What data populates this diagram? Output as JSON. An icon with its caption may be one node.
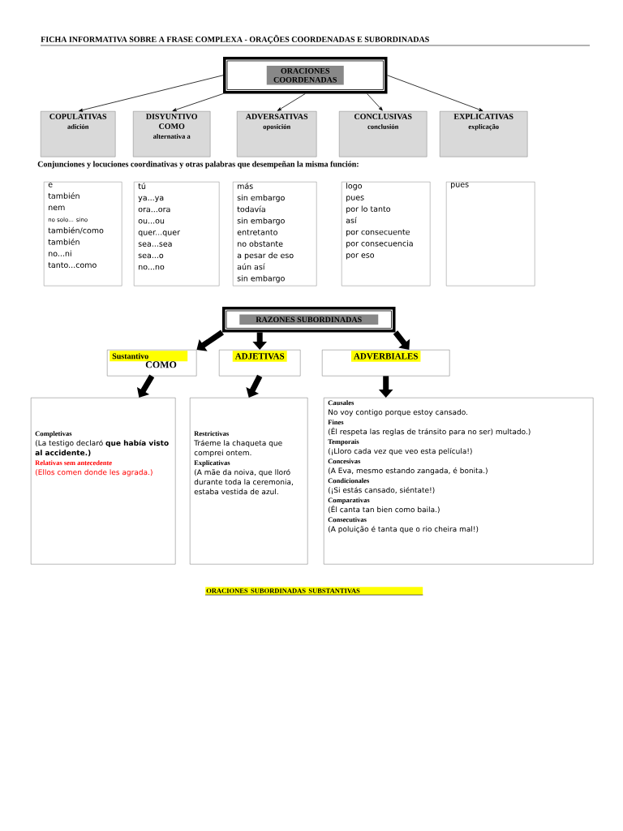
{
  "diagram": {
    "title": "FICHA INFORMATIVA SOBRE A FRASE COMPLEXA - ORAÇÕES COORDENADAS E SUBORDINADAS",
    "nodes": [
      {
        "text": [
          "ORACIONES COORDENADAS"
        ]
      },
      {
        "text": [
          "COPULATIVAS",
          "adición"
        ]
      },
      {
        "text": [
          "DISYUNTIVO COMO",
          "alternativa a"
        ]
      },
      {
        "text": [
          "ADVERSATIVAS",
          "oposición"
        ]
      },
      {
        "text": [
          "CONCLUSIVAS",
          "conclusión"
        ]
      },
      {
        "text": [
          "EXPLICATIVAS",
          "explicação"
        ]
      },
      {
        "text": [
          "e",
          "también",
          "nem",
          "no solo... sino",
          "también/como también",
          "no...ni",
          "tanto...como"
        ]
      },
      {
        "text": [
          "tú",
          "ya...ya",
          "ora...ora",
          "ou...ou",
          "quer...quer",
          "sea...sea",
          "sea...o",
          "no...no"
        ]
      },
      {
        "text": [
          "más",
          "sin embargo",
          "todavía",
          "sin embargo",
          "entretanto",
          "no obstante",
          "a pesar de eso",
          "aún así",
          "sin embargo"
        ]
      },
      {
        "text": [
          "logo",
          "pues",
          "por lo tanto",
          "así",
          "por consecuente",
          "por consecuencia",
          "por eso"
        ]
      },
      {
        "text": [
          "pues"
        ]
      },
      {
        "text": [
          "RAZONES SUBORDINADAS"
        ]
      },
      {
        "text": [
          "Sustantivo",
          "COMO"
        ]
      },
      {
        "text": [
          "ADJETIVAS"
        ]
      },
      {
        "text": [
          "ADVERBIALES"
        ]
      },
      {
        "text": [
          "Completivas",
          "(La testigo declaró **que había visto al accidente.)**",
          "Relativas sem antecedente",
          "(Ellos comen donde les agrada.)"
        ]
      },
      {
        "text": [
          "Restrictivas",
          "Tráeme la chaqueta que comprei ontem.",
          "Explicativas",
          "(A mãe da noiva, que lloró durante toda la ceremonia, estaba vestida de azul."
        ]
      },
      {
        "text": [
          "Causales",
          "No voy contigo porque estoy cansado.",
          "Fines",
          "(Él respeta las reglas de tránsito para no ser) multado.)",
          "Temporais",
          "(¡Lloro cada vez que veo esta película!)",
          "Concesivas",
          "(A Eva, mesmo estando zangada, é bonita.)",
          "Condicionales",
          "(¡Si estás cansado, siéntate!)",
          "Comparativas",
          "(Él canta tan bien como baila.)",
          "Consecutivas",
          "(A poluição é tanta que o rio cheira mal!)"
        ]
      }
    ],
    "edges": [
      {
        "from": 0,
        "to": 1,
        "arrow": "to"
      },
      {
        "from": 0,
        "to": 2,
        "arrow": "to"
      },
      {
        "from": 0,
        "to": 3,
        "arrow": "to"
      },
      {
        "from": 0,
        "to": 4,
        "arrow": "to"
      },
      {
        "from": 0,
        "to": 5,
        "arrow": "to"
      },
      {
        "from": 11,
        "to": 12,
        "arrow": "to"
      },
      {
        "from": 11,
        "to": 13,
        "arrow": "to"
      },
      {
        "from": 11,
        "to": 14,
        "arrow": "to"
      },
      {
        "from": 12,
        "to": 15,
        "arrow": "to"
      },
      {
        "from": 13,
        "to": 16,
        "arrow": "to"
      },
      {
        "from": 14,
        "to": 17,
        "arrow": "to"
      }
    ],
    "labels": [
      "Conjunciones y locuciones coordinativas y otras palabras que desempeñan la misma función:",
      "ORACIONES SUBORDINADAS SUBSTANTIVAS"
    ]
  }
}
